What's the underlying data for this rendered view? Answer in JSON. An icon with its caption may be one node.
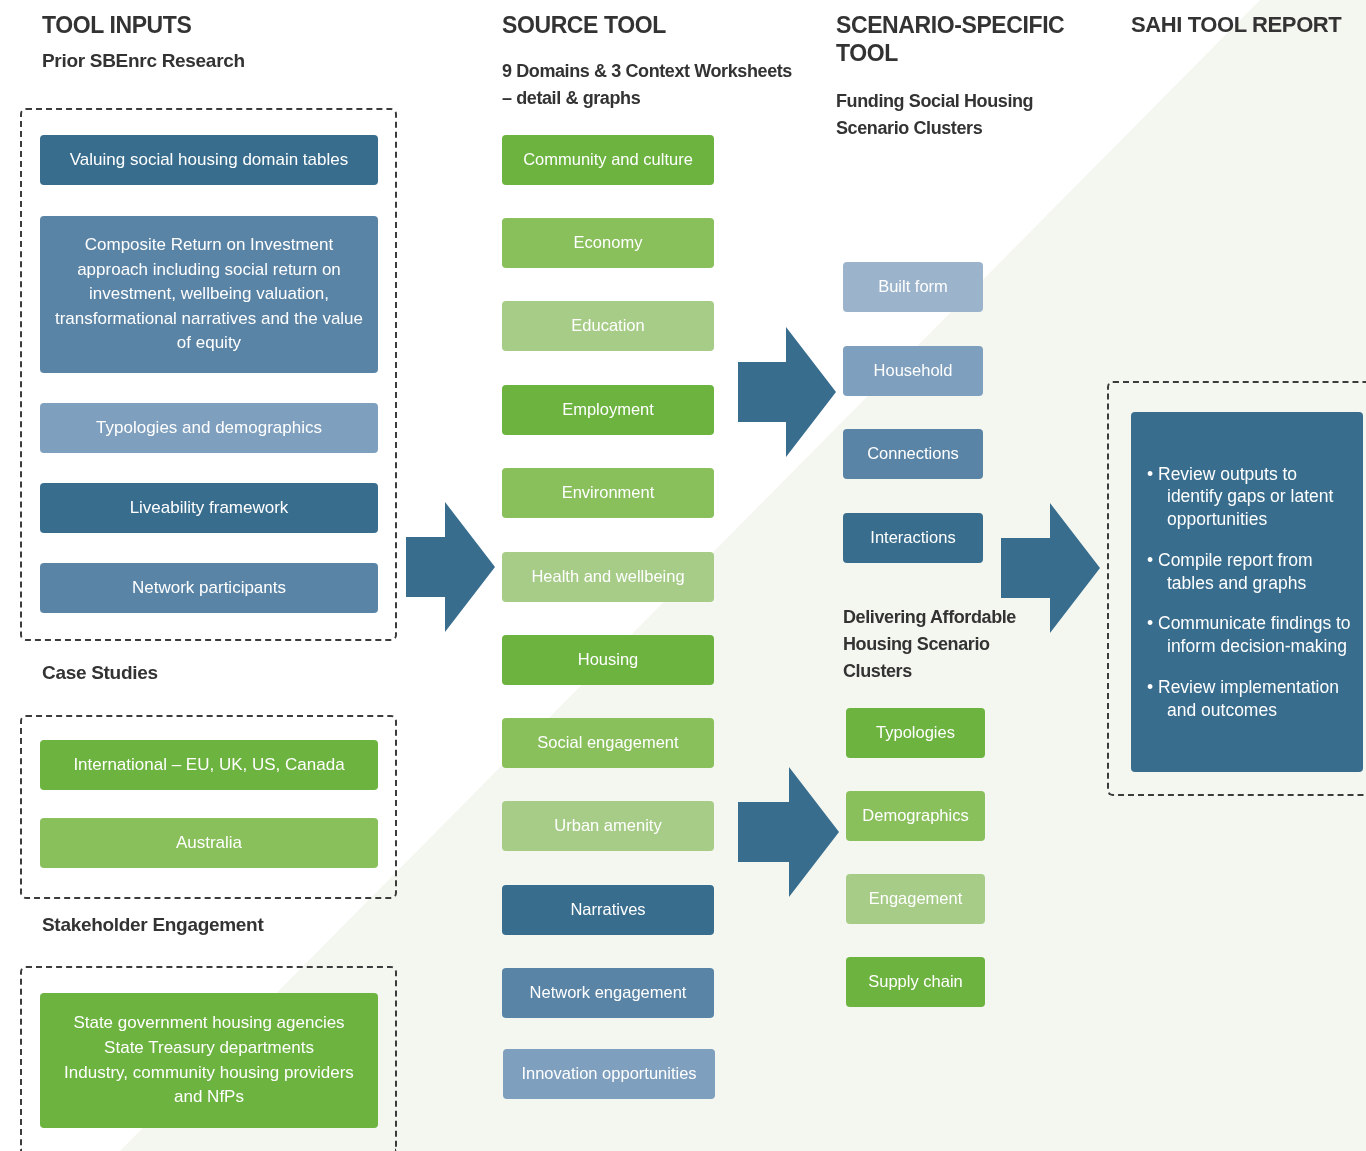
{
  "diagram": {
    "nodes": [
      {
        "text": [
          "Prior SBEnrc Research"
        ]
      },
      {
        "text": [
          "Valuing social housing domain tables"
        ],
        "in": 0
      },
      {
        "text": [
          "Composite Return on Investment approach including social return on investment, wellbeing valuation, transformational narratives and the value of equity"
        ],
        "in": 0
      },
      {
        "text": [
          "Typologies and demographics"
        ],
        "in": 0
      },
      {
        "text": [
          "Liveability framework"
        ],
        "in": 0
      },
      {
        "text": [
          "Network participants"
        ],
        "in": 0
      },
      {
        "text": [
          "Case Studies"
        ]
      },
      {
        "text": [
          "International – EU, UK, US, Canada"
        ],
        "in": 6
      },
      {
        "text": [
          "Australia"
        ],
        "in": 6
      },
      {
        "text": [
          "Stakeholder Engagement"
        ]
      },
      {
        "text": [
          "State government housing agencies",
          "State Treasury departments",
          "Industry, community housing providers and NfPs"
        ],
        "in": 9
      },
      {
        "text": [
          "Community and culture"
        ]
      },
      {
        "text": [
          "Economy"
        ]
      },
      {
        "text": [
          "Education"
        ]
      },
      {
        "text": [
          "Employment"
        ]
      },
      {
        "text": [
          "Environment"
        ]
      },
      {
        "text": [
          "Health and wellbeing"
        ]
      },
      {
        "text": [
          "Housing"
        ]
      },
      {
        "text": [
          "Social engagement"
        ]
      },
      {
        "text": [
          "Urban amenity"
        ]
      },
      {
        "text": [
          "Narratives"
        ]
      },
      {
        "text": [
          "Network engagement"
        ]
      },
      {
        "text": [
          "Innovation opportunities"
        ]
      },
      {
        "text": [
          "Built form"
        ]
      },
      {
        "text": [
          "Household"
        ]
      },
      {
        "text": [
          "Connections"
        ]
      },
      {
        "text": [
          "Interactions"
        ]
      },
      {
        "text": [
          "Typologies"
        ]
      },
      {
        "text": [
          "Demographics"
        ]
      },
      {
        "text": [
          "Engagement"
        ]
      },
      {
        "text": [
          "Supply chain"
        ]
      },
      {
        "text": [],
        "shape": "box"
      },
      {
        "text": [
          "• Review outputs to identify gaps or latent opportunities",
          "• Compile report from tables and graphs",
          "• Communicate findings to inform decision-making",
          "• Review implementation and outcomes"
        ],
        "in": 31
      }
    ],
    "edges": [
      {
        "from": 0,
        "to": 16,
        "arrow": "to"
      },
      {
        "from": null,
        "to": 24,
        "arrow": "to"
      },
      {
        "from": null,
        "to": 28,
        "arrow": "to"
      },
      {
        "from": null,
        "to": 31,
        "arrow": "to"
      }
    ],
    "labels": [
      "TOOL INPUTS",
      "SOURCE TOOL",
      "SCENARIO-SPECIFIC TOOL",
      "SAHI TOOL REPORT",
      "9 Domains & 3 Context Worksheets – detail & graphs",
      "Funding Social Housing Scenario Clusters",
      "Delivering Affordable Housing Scenario Clusters"
    ]
  }
}
